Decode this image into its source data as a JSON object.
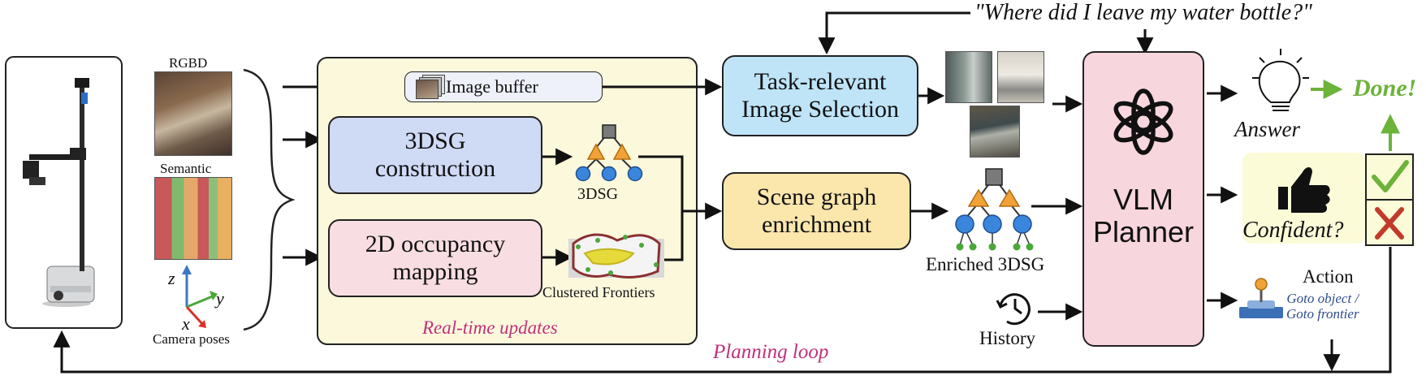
{
  "query": "\"Where did I leave my water bottle?\"",
  "inputs": {
    "rgbd": "RGBD",
    "semantic": "Semantic",
    "camera_poses": "Camera poses",
    "axis_x": "x",
    "axis_y": "y",
    "axis_z": "z"
  },
  "realtime": {
    "image_buffer": "Image buffer",
    "dsg_construction": "3DSG\nconstruction",
    "occupancy_mapping": "2D occupancy\nmapping",
    "dsg_label": "3DSG",
    "frontiers_label": "Clustered Frontiers",
    "caption": "Real-time updates"
  },
  "task_selection": "Task-relevant\nImage Selection",
  "enrichment": "Scene graph\nenrichment",
  "enriched_label": "Enriched 3DSG",
  "history_label": "History",
  "planner": "VLM\nPlanner",
  "outputs": {
    "answer": "Answer",
    "done": "Done!",
    "confident": "Confident?",
    "action": "Action",
    "action_options": "Goto object /\nGoto frontier"
  },
  "planning_loop": "Planning loop",
  "colors": {
    "realtime_panel": "#fcf8dc",
    "image_buffer_fill": "#eef0fa",
    "dsg_fill": "#cfdaf5",
    "occupancy_fill": "#f8dde2",
    "task_fill": "#bfe4f8",
    "enrich_fill": "#fbe6ac",
    "planner_fill": "#f8d6de",
    "confident_fill": "#fbfbd8",
    "node_blue": "#3b86dd",
    "node_orange": "#f0a238",
    "node_green": "#4aa83a",
    "done_green": "#6cb33a",
    "loop_magenta": "#c0307a",
    "action_blue": "#2e4d8c"
  }
}
